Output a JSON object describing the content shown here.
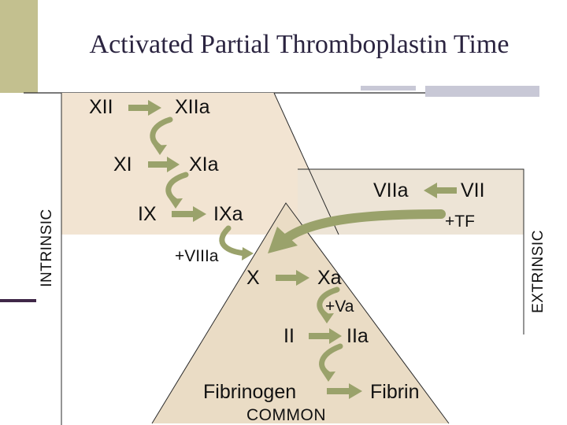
{
  "title": "Activated Partial Thromboplastin Time",
  "side_labels": {
    "intrinsic": "INTRINSIC",
    "extrinsic": "EXTRINSIC",
    "common": "COMMON"
  },
  "factors": {
    "xii": "XII",
    "xiia": "XIIa",
    "xi": "XI",
    "xia": "XIa",
    "ix": "IX",
    "ixa": "IXa",
    "viia": "VIIa",
    "vii": "VII",
    "x": "X",
    "xa": "Xa",
    "ii": "II",
    "iia": "IIa",
    "fibrinogen": "Fibrinogen",
    "fibrin": "Fibrin"
  },
  "cofactors": {
    "tf": "+TF",
    "viiia": "+VIIIa",
    "va": "+Va"
  },
  "colors": {
    "intrinsic_fill": "#f2e4d2",
    "extrinsic_fill": "#ede4d6",
    "common_fill": "#e9dcc6",
    "arrow_fill": "#9aa26b",
    "sidebar": "#c3c08f",
    "sidebar_dark": "#3f2748",
    "title_text": "#2b2440",
    "rule_gray": "#c8c8d6"
  }
}
